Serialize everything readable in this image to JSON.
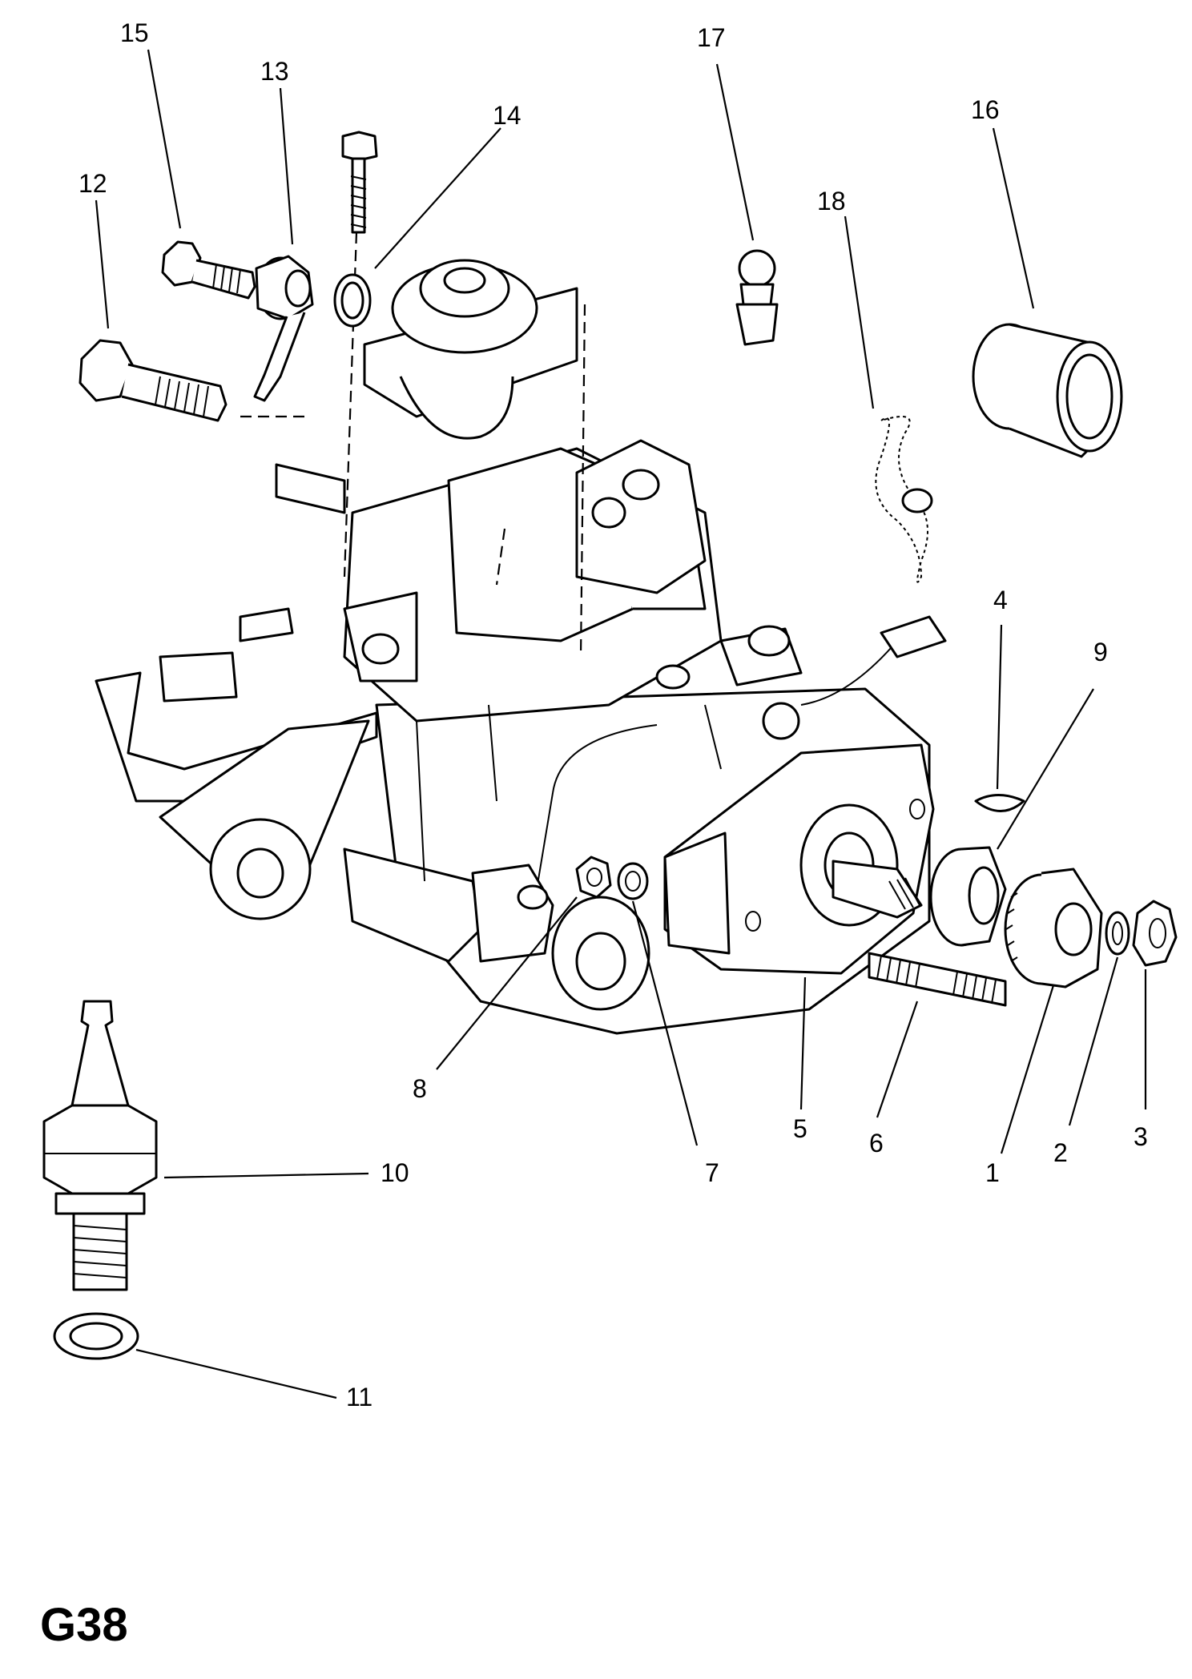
{
  "diagram": {
    "code": "G38",
    "labels": {
      "p1": "1",
      "p2": "2",
      "p3": "3",
      "p4": "4",
      "p5": "5",
      "p6": "6",
      "p7": "7",
      "p8": "8",
      "p9": "9",
      "p10": "10",
      "p11": "11",
      "p12": "12",
      "p13": "13",
      "p14": "14",
      "p15": "15",
      "p16": "16",
      "p17": "17",
      "p18": "18"
    }
  }
}
